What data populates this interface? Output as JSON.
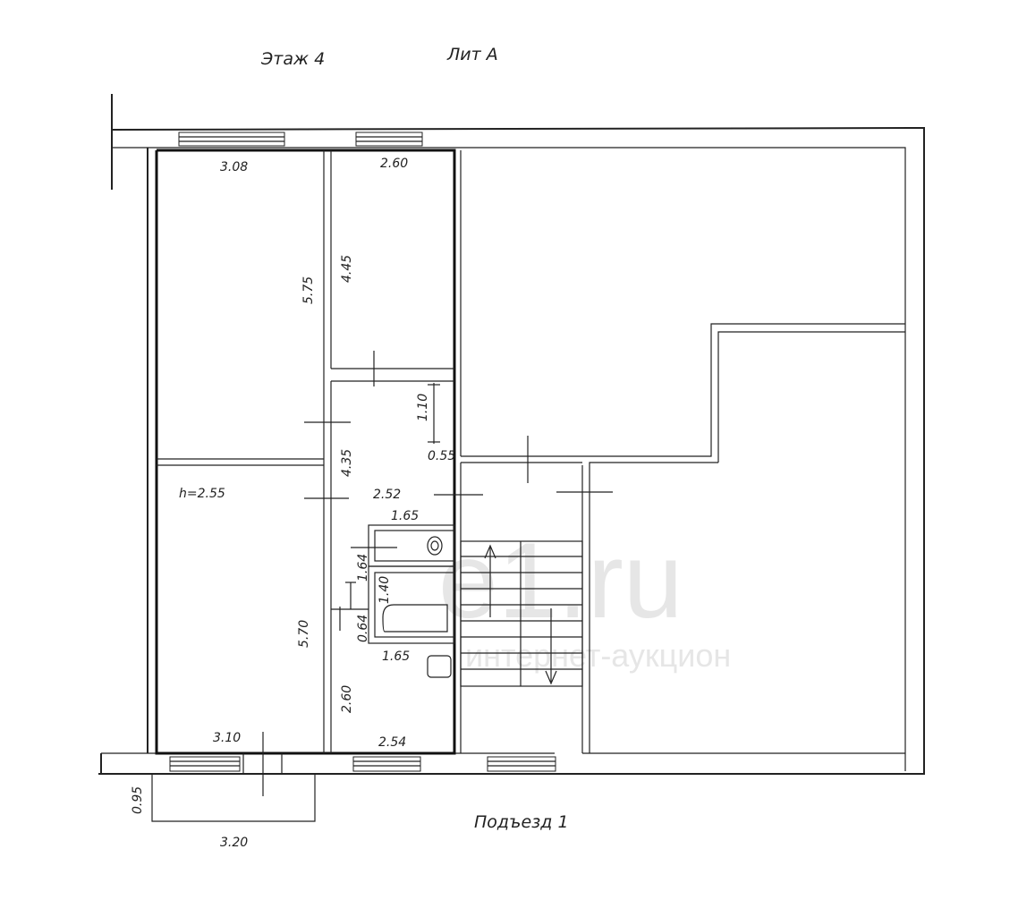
{
  "header": {
    "floor": "Этаж 4",
    "letter": "Лит А"
  },
  "footer": {
    "entrance": "Подъезд 1"
  },
  "watermark": {
    "site": "e1.ru",
    "subtitle": "интернет-аукцион"
  },
  "dimensions": {
    "room1_width": "3.08",
    "room1_length": "5.75",
    "room2_width": "2.60",
    "room2_length": "4.45",
    "door_110": "1.10",
    "door_055": "0.55",
    "hall_length": "4.35",
    "hall_width": "2.52",
    "ceiling_height": "h=2.55",
    "wc_width": "1.65",
    "wc_length": "1.64",
    "bath_length": "1.40",
    "bath_door": "0.64",
    "bath_width": "1.65",
    "room3_length": "5.70",
    "corridor_length": "2.60",
    "room3_width": "3.10",
    "corridor_width": "2.54",
    "balcony_depth": "0.95",
    "balcony_width": "3.20"
  }
}
